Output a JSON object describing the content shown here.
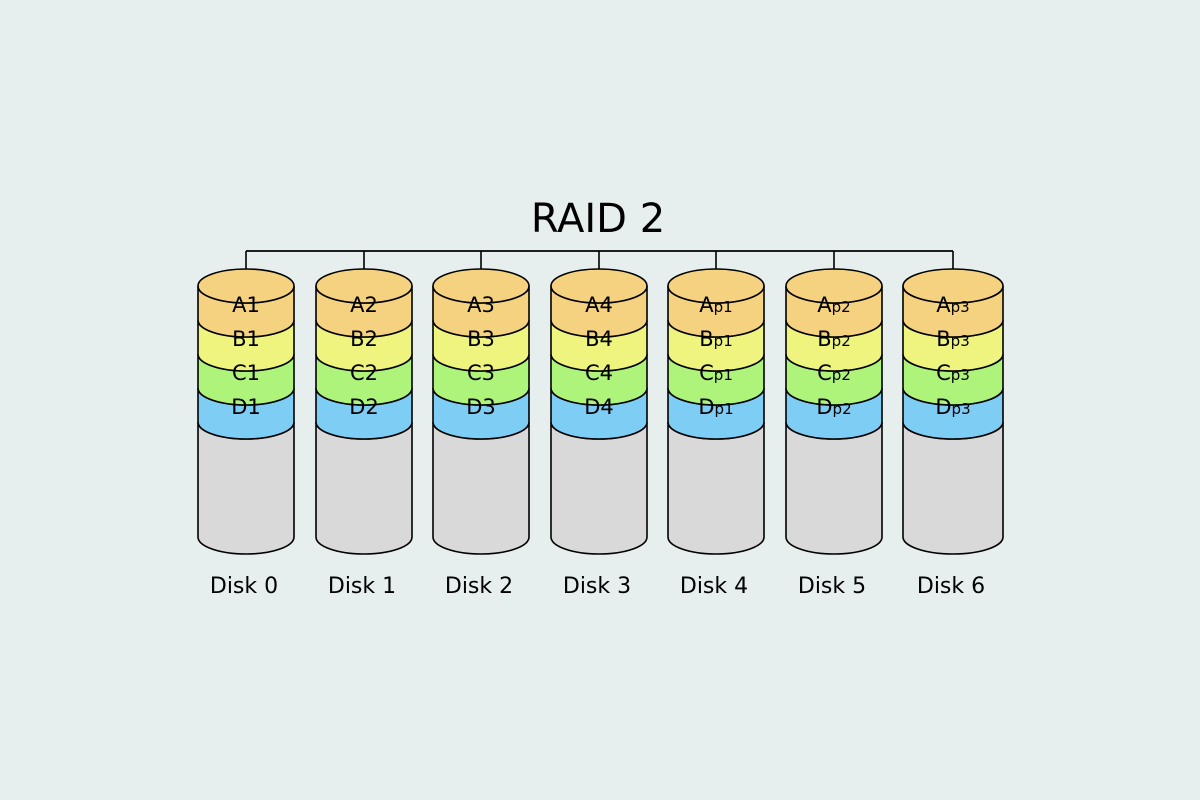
{
  "title": "RAID 2",
  "colors": {
    "background": "#e6efee",
    "A": "#f5d27f",
    "B": "#eef47e",
    "C": "#aef47a",
    "D": "#7dcdf4",
    "disk_body": "#d9d9d9",
    "outline": "#000000"
  },
  "disks": [
    {
      "name": "Disk 0",
      "blocks": [
        {
          "base": "A",
          "sub": "1"
        },
        {
          "base": "B",
          "sub": "1"
        },
        {
          "base": "C",
          "sub": "1"
        },
        {
          "base": "D",
          "sub": "1"
        }
      ]
    },
    {
      "name": "Disk 1",
      "blocks": [
        {
          "base": "A",
          "sub": "2"
        },
        {
          "base": "B",
          "sub": "2"
        },
        {
          "base": "C",
          "sub": "2"
        },
        {
          "base": "D",
          "sub": "2"
        }
      ]
    },
    {
      "name": "Disk 2",
      "blocks": [
        {
          "base": "A",
          "sub": "3"
        },
        {
          "base": "B",
          "sub": "3"
        },
        {
          "base": "C",
          "sub": "3"
        },
        {
          "base": "D",
          "sub": "3"
        }
      ]
    },
    {
      "name": "Disk 3",
      "blocks": [
        {
          "base": "A",
          "sub": "4"
        },
        {
          "base": "B",
          "sub": "4"
        },
        {
          "base": "C",
          "sub": "4"
        },
        {
          "base": "D",
          "sub": "4"
        }
      ]
    },
    {
      "name": "Disk 4",
      "blocks": [
        {
          "base": "A",
          "sub": "p1"
        },
        {
          "base": "B",
          "sub": "p1"
        },
        {
          "base": "C",
          "sub": "p1"
        },
        {
          "base": "D",
          "sub": "p1"
        }
      ]
    },
    {
      "name": "Disk 5",
      "blocks": [
        {
          "base": "A",
          "sub": "p2"
        },
        {
          "base": "B",
          "sub": "p2"
        },
        {
          "base": "C",
          "sub": "p2"
        },
        {
          "base": "D",
          "sub": "p2"
        }
      ]
    },
    {
      "name": "Disk 6",
      "blocks": [
        {
          "base": "A",
          "sub": "p3"
        },
        {
          "base": "B",
          "sub": "p3"
        },
        {
          "base": "C",
          "sub": "p3"
        },
        {
          "base": "D",
          "sub": "p3"
        }
      ]
    }
  ]
}
